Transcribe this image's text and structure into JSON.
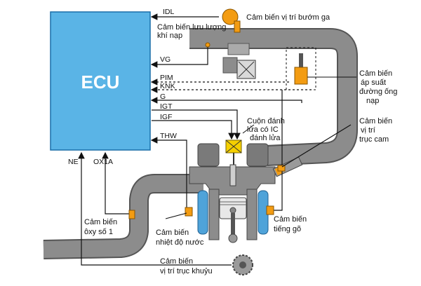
{
  "ecu": {
    "label": "ECU"
  },
  "signals": {
    "idl": "IDL",
    "vg": "VG",
    "pim": "PIM",
    "knk": "KNK",
    "g": "G",
    "igt": "IGT",
    "igf": "IGF",
    "thw": "THW",
    "ne": "NE",
    "ox1a": "OX1A"
  },
  "sensors": {
    "throttle": "Cảm biến vị trí bướm ga",
    "maf_line1": "Cảm biến lưu lượng",
    "maf_line2": "khí nạp",
    "map_line1": "Cảm biến",
    "map_line2": "áp suất",
    "map_line3": "đường ống",
    "map_line4": "nạp",
    "cam_line1": "Cảm biến",
    "cam_line2": "vị trí",
    "cam_line3": "trục cam",
    "coil_line1": "Cuộn đánh",
    "coil_line2": "lửa có IC",
    "coil_line3": "đánh lửa",
    "oxy_line1": "Cảm biến",
    "oxy_line2": "ôxy số 1",
    "coolant_line1": "Cảm biến",
    "coolant_line2": "nhiệt độ nước",
    "knock_line1": "Cảm biến",
    "knock_line2": "tiếng gõ",
    "crank_line1": "Cảm biến",
    "crank_line2": "vị trí trục khuỷu"
  },
  "colors": {
    "ecu": "#5ab4e6",
    "pipe": "#8c8c8c",
    "sensor": "#f39c12",
    "coolant": "#4fa3d9",
    "coil": "#f5d000"
  }
}
